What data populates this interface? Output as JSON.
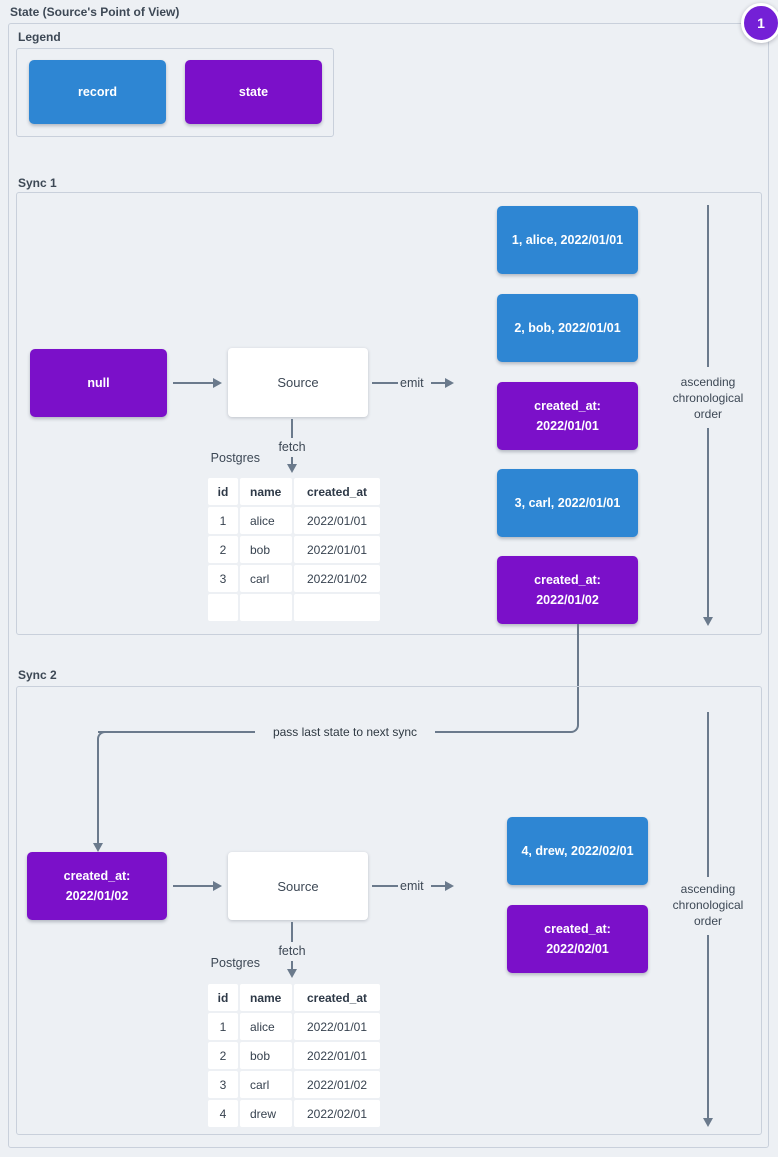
{
  "title": "State (Source's Point of View)",
  "badge": {
    "label": "1"
  },
  "colors": {
    "record_blue": "#2e86d3",
    "state_purple": "#7b10c9",
    "badge_purple": "#7420d6",
    "arrow_gray": "#6b7a8c"
  },
  "legend": {
    "label": "Legend",
    "items": [
      {
        "type": "record",
        "label": "record"
      },
      {
        "type": "state",
        "label": "state"
      }
    ]
  },
  "pass_label": "pass last state to next sync",
  "sync1": {
    "label": "Sync 1",
    "input_state": {
      "lines": [
        "null"
      ]
    },
    "source_label": "Source",
    "emit_label": "emit",
    "fetch_label": "fetch",
    "db_label": "Postgres",
    "table": {
      "headers": [
        "id",
        "name",
        "created_at"
      ],
      "rows": [
        [
          "1",
          "alice",
          "2022/01/01"
        ],
        [
          "2",
          "bob",
          "2022/01/01"
        ],
        [
          "3",
          "carl",
          "2022/01/02"
        ],
        [
          "",
          "",
          ""
        ]
      ]
    },
    "outputs": [
      {
        "type": "record",
        "lines": [
          "1, alice, 2022/01/01"
        ]
      },
      {
        "type": "record",
        "lines": [
          "2, bob, 2022/01/01"
        ]
      },
      {
        "type": "state",
        "lines": [
          "created_at:",
          "2022/01/01"
        ]
      },
      {
        "type": "record",
        "lines": [
          "3, carl, 2022/01/01"
        ]
      },
      {
        "type": "state",
        "lines": [
          "created_at:",
          "2022/01/02"
        ]
      }
    ],
    "order_label": "ascending chronological order"
  },
  "sync2": {
    "label": "Sync 2",
    "input_state": {
      "lines": [
        "created_at:",
        "2022/01/02"
      ]
    },
    "source_label": "Source",
    "emit_label": "emit",
    "fetch_label": "fetch",
    "db_label": "Postgres",
    "table": {
      "headers": [
        "id",
        "name",
        "created_at"
      ],
      "rows": [
        [
          "1",
          "alice",
          "2022/01/01"
        ],
        [
          "2",
          "bob",
          "2022/01/01"
        ],
        [
          "3",
          "carl",
          "2022/01/02"
        ],
        [
          "4",
          "drew",
          "2022/02/01"
        ]
      ]
    },
    "outputs": [
      {
        "type": "record",
        "lines": [
          "4, drew, 2022/02/01"
        ]
      },
      {
        "type": "state",
        "lines": [
          "created_at:",
          "2022/02/01"
        ]
      }
    ],
    "order_label": "ascending chronological order"
  }
}
